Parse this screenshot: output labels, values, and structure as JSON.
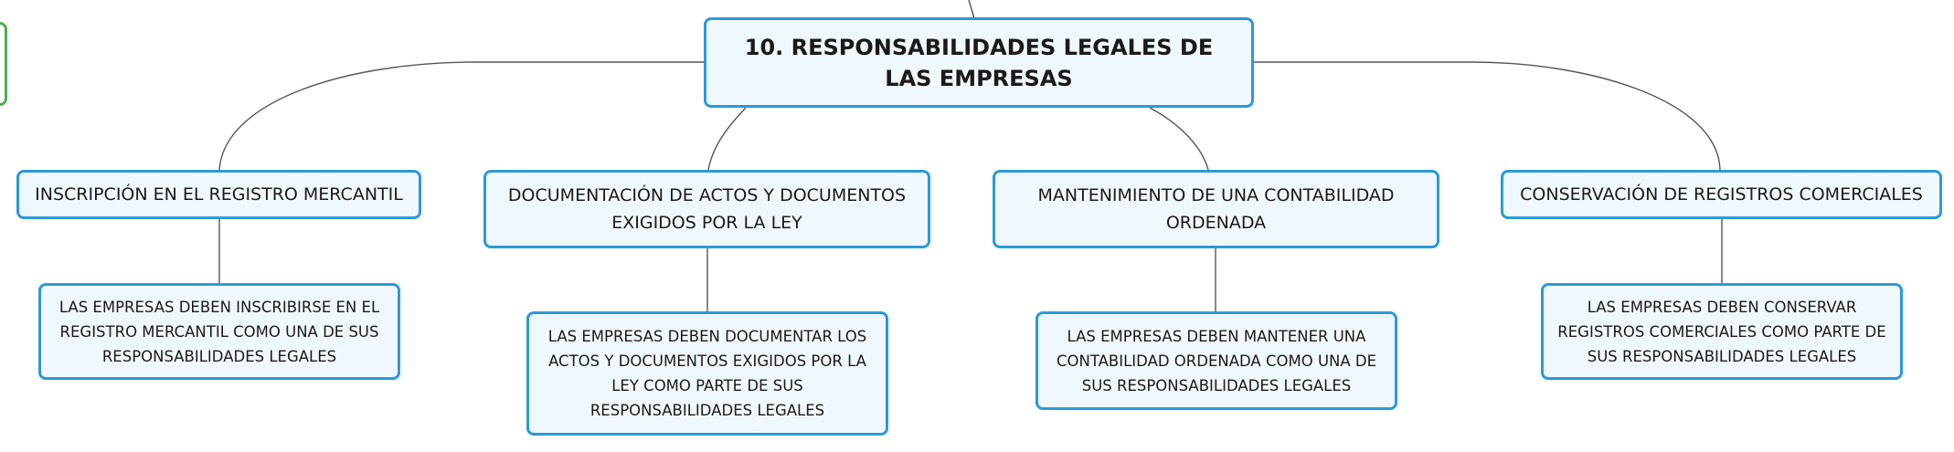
{
  "root": {
    "title": "10. RESPONSABILIDADES LEGALES DE LAS EMPRESAS"
  },
  "branches": [
    {
      "label": "INSCRIPCIÓN EN EL REGISTRO MERCANTIL",
      "detail": "LAS EMPRESAS DEBEN INSCRIBIRSE EN EL REGISTRO MERCANTIL COMO UNA DE SUS RESPONSABILIDADES LEGALES"
    },
    {
      "label": "DOCUMENTACIÓN DE ACTOS Y DOCUMENTOS EXIGIDOS POR LA LEY",
      "detail": "LAS EMPRESAS DEBEN DOCUMENTAR LOS ACTOS Y DOCUMENTOS EXIGIDOS POR LA LEY COMO PARTE DE SUS RESPONSABILIDADES LEGALES"
    },
    {
      "label": "MANTENIMIENTO DE UNA CONTABILIDAD ORDENADA",
      "detail": "LAS EMPRESAS DEBEN MANTENER UNA CONTABILIDAD ORDENADA COMO UNA DE SUS RESPONSABILIDADES LEGALES"
    },
    {
      "label": "CONSERVACIÓN DE REGISTROS COMERCIALES",
      "detail": "LAS EMPRESAS DEBEN CONSERVAR REGISTROS COMERCIALES COMO PARTE DE SUS RESPONSABILIDADES LEGALES"
    }
  ],
  "colors": {
    "node_border": "#2b9ad9",
    "node_fill": "#f1f8fd",
    "connector": "#555555",
    "partial_node_border": "#4caf50"
  }
}
